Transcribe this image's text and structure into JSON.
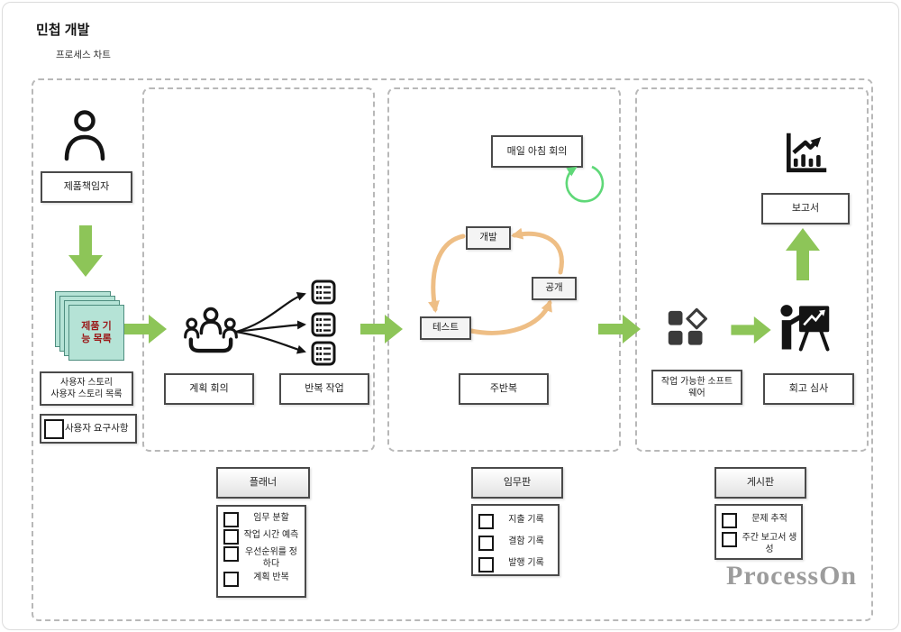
{
  "title": "민첩 개발",
  "subtitle": "프로세스 차트",
  "watermark": "ProcessOn",
  "flow": {
    "product_owner": "제품책임자",
    "feature_card": "제품 기\n능 목록",
    "user_story": "사용자 스토리\n사용자 스토리 목록",
    "user_requirement": "사용자 요구사항",
    "planning_meeting": "계획 회의",
    "iteration_work": "반복 작업",
    "daily_meeting": "매일 아침 회의",
    "cycle_develop": "개발",
    "cycle_release": "공개",
    "cycle_test": "테스트",
    "weekly_iteration": "주반복",
    "workable_software": "작업 가능한 소프트웨어",
    "retrospective": "회고 심사",
    "report": "보고서"
  },
  "panels": [
    {
      "title": "플래너",
      "items": [
        "임무 분할",
        "작업 시간 예측",
        "우선순위를 정하다",
        "계획 반복"
      ]
    },
    {
      "title": "임무판",
      "items": [
        "지출 기록",
        "결함 기록",
        "발행 기록"
      ]
    },
    {
      "title": "게시판",
      "items": [
        "문제 추적",
        "주간 보고서 생성"
      ]
    }
  ],
  "colors": {
    "arrow-green": "#8dc558",
    "cycle-orange": "#eebe85",
    "loop-green": "#5fd878",
    "card-fill": "#b5e3d6",
    "card-border": "#4e8d7f",
    "card-text": "#9b1b1b",
    "line-dark": "#4a4a4a",
    "dash-gray": "#b8b8b8"
  }
}
